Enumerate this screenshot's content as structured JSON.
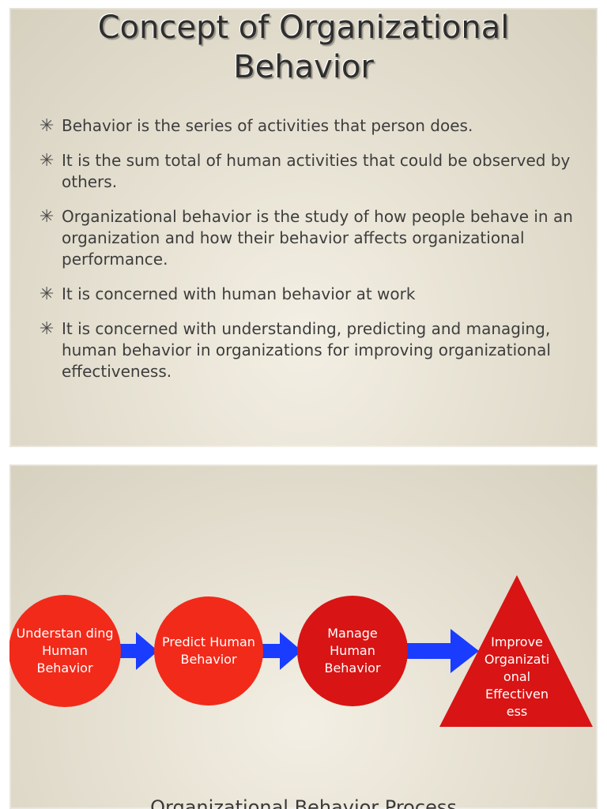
{
  "slide1": {
    "title_line1": "Concept of Organizational",
    "title_line2": "Behavior",
    "bullet_glyph": "✳",
    "bullets": [
      "Behavior is the series of activities that person does.",
      "It is the sum total of human activities that could be observed by others.",
      "Organizational behavior is the study of how people behave in an organization and how their behavior affects organizational performance.",
      "It is concerned with human behavior at work",
      "It is concerned with understanding, predicting and managing, human behavior in organizations for improving organizational effectiveness."
    ]
  },
  "slide2": {
    "nodes": [
      {
        "label": "Understan ding Human Behavior",
        "shape": "circle",
        "color": "#f22a1a"
      },
      {
        "label": "Predict Human Behavior",
        "shape": "circle",
        "color": "#f22a1a"
      },
      {
        "label": "Manage Human Behavior",
        "shape": "circle",
        "color": "#d81414"
      },
      {
        "label": "Improve Organizati onal Effectiven ess",
        "shape": "triangle",
        "color": "#d81414"
      }
    ],
    "arrow_color": "#1a3cff",
    "caption": "Organizational Behavior Process"
  }
}
